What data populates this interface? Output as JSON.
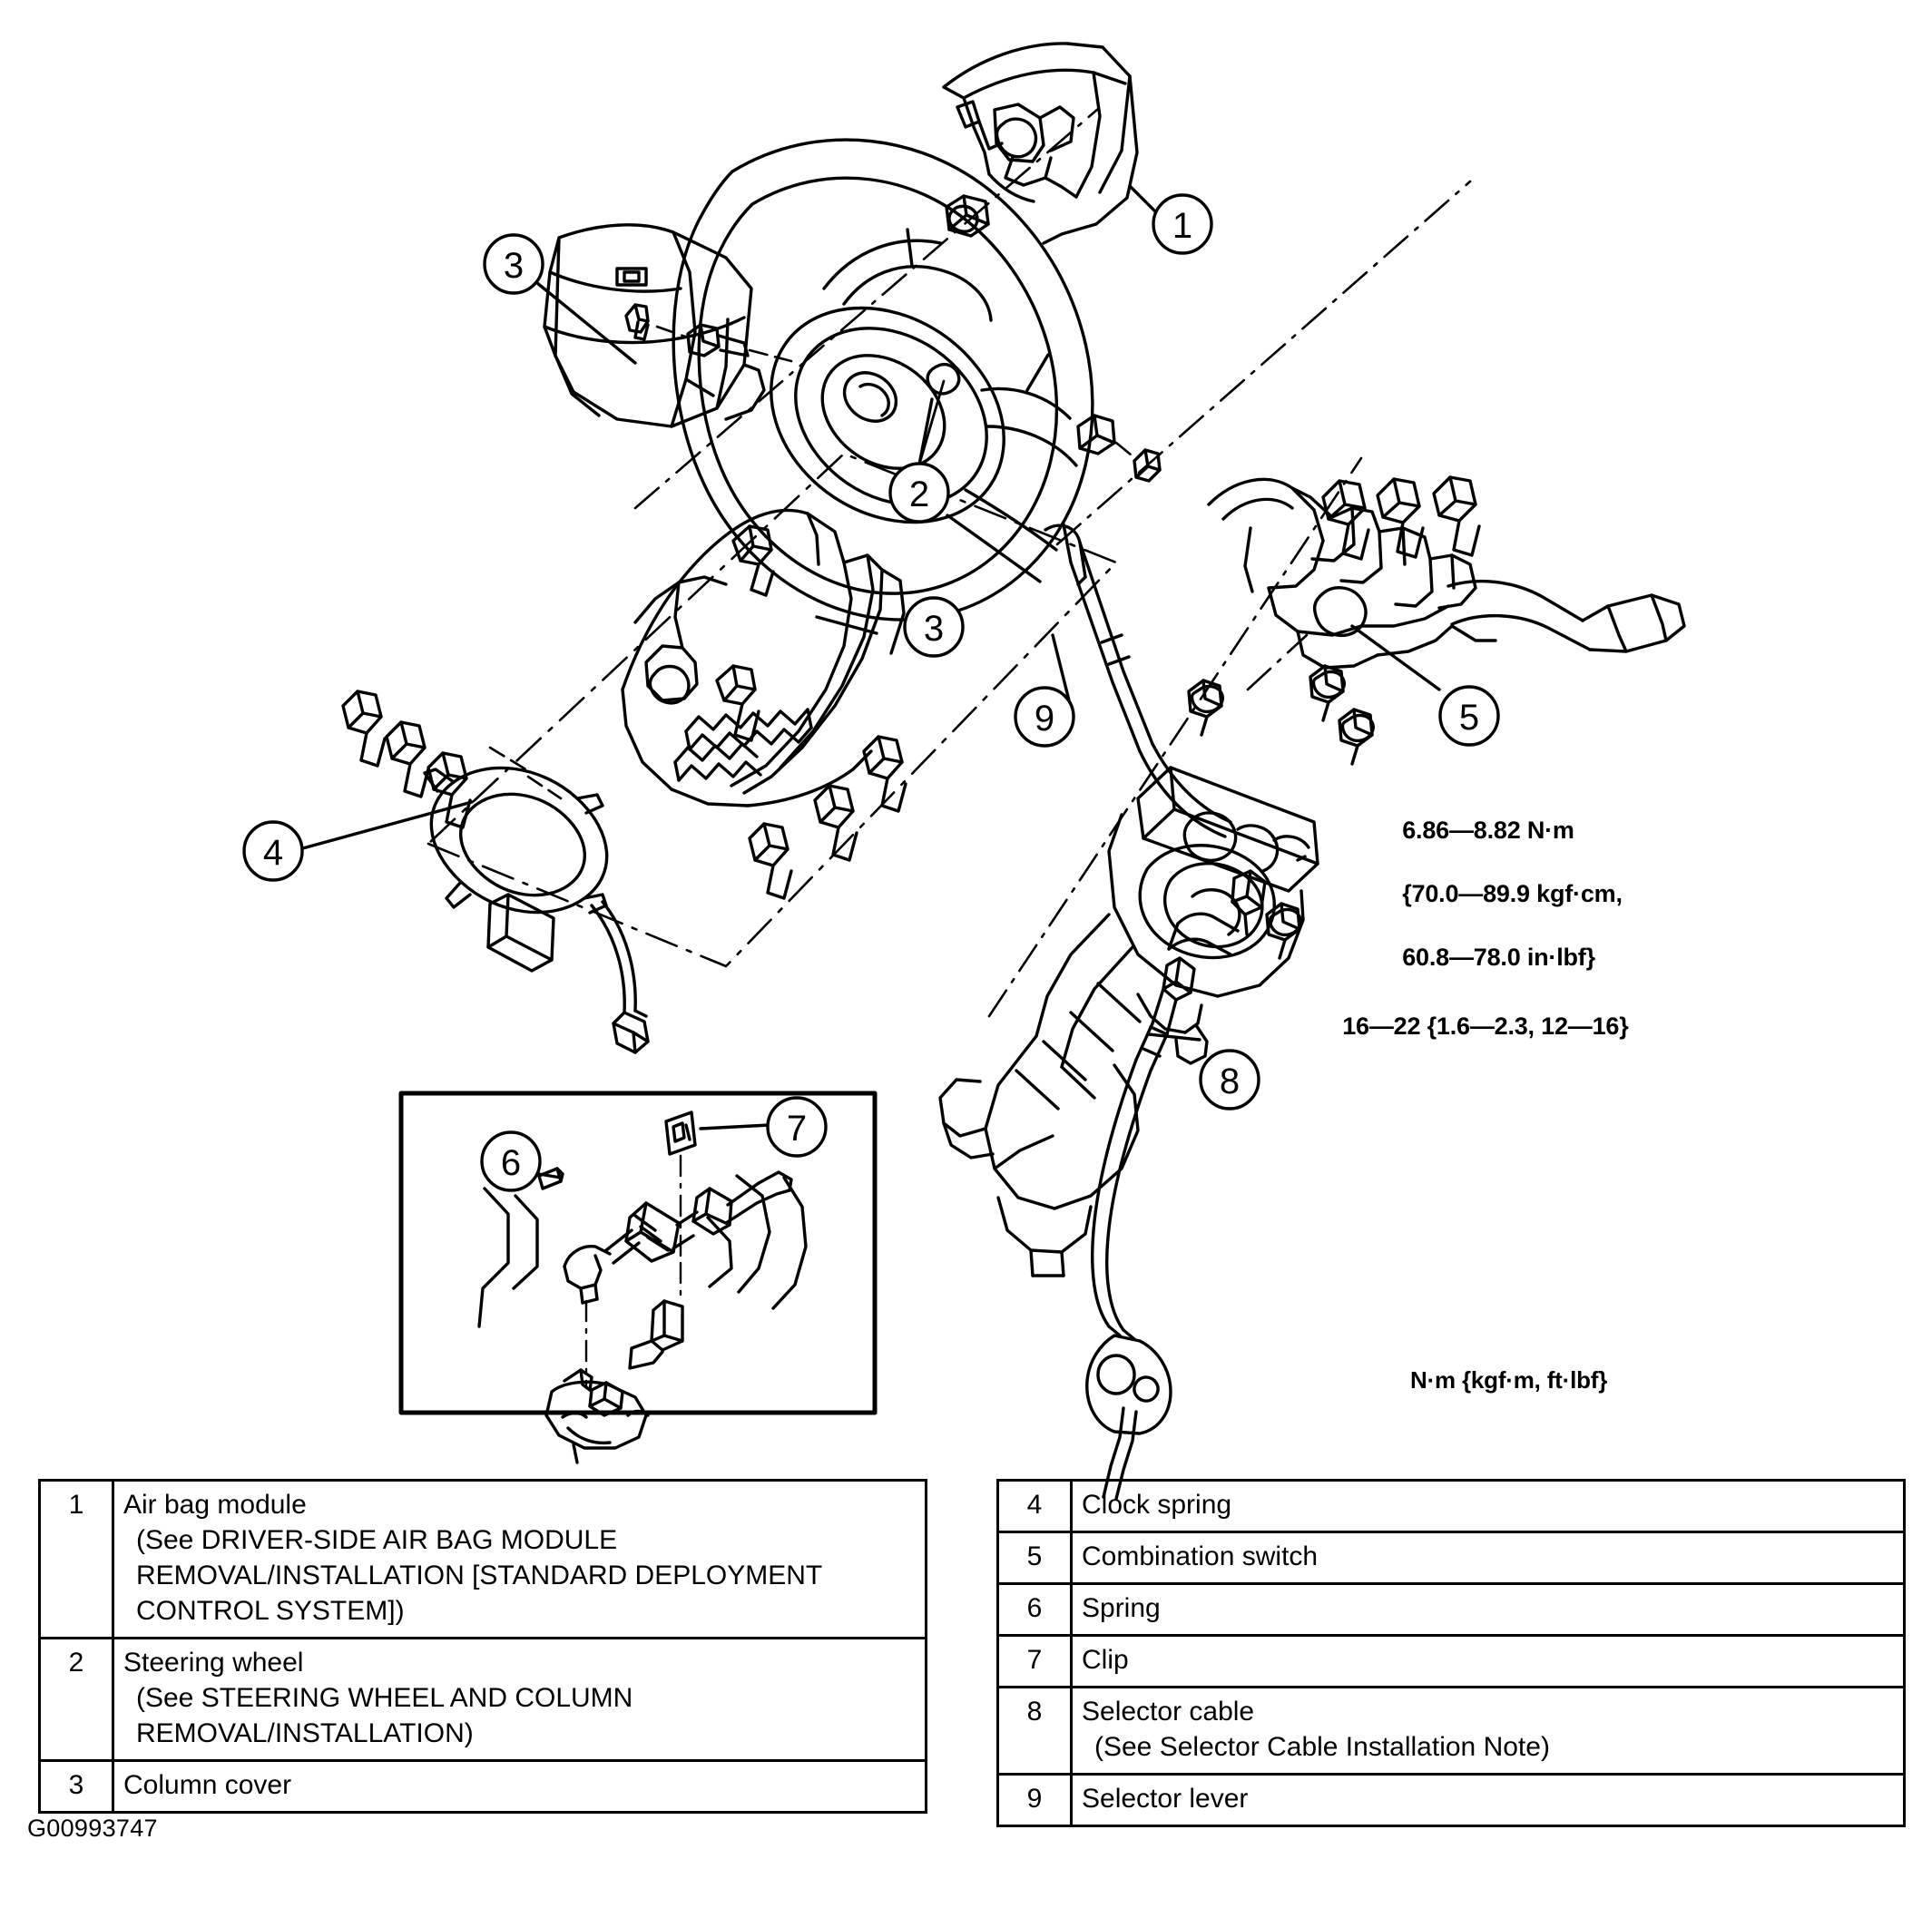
{
  "figure": {
    "id": "G00993747",
    "units_note": "N·m {kgf·m, ft·lbf}"
  },
  "torque_specs": [
    {
      "name": "combination-switch-torque",
      "line1": "6.86—8.82 N·m",
      "line2": "{70.0—89.9 kgf·cm,",
      "line3": "60.8—78.0 in·lbf}"
    },
    {
      "name": "selector-cable-torque",
      "line1": "16—22 {1.6—2.3, 12—16}"
    }
  ],
  "callouts": [
    {
      "id": "1",
      "label": "1"
    },
    {
      "id": "2",
      "label": "2"
    },
    {
      "id": "3",
      "label": "3"
    },
    {
      "id": "3b",
      "label": "3"
    },
    {
      "id": "4",
      "label": "4"
    },
    {
      "id": "5",
      "label": "5"
    },
    {
      "id": "6",
      "label": "6"
    },
    {
      "id": "7",
      "label": "7"
    },
    {
      "id": "8",
      "label": "8"
    },
    {
      "id": "9",
      "label": "9"
    }
  ],
  "parts_table_left": [
    {
      "num": "1",
      "title": "Air bag module",
      "sub": "(See DRIVER-SIDE AIR BAG MODULE REMOVAL/INSTALLATION [STANDARD DEPLOYMENT CONTROL SYSTEM])"
    },
    {
      "num": "2",
      "title": "Steering wheel",
      "sub": "(See STEERING WHEEL AND COLUMN REMOVAL/INSTALLATION)"
    },
    {
      "num": "3",
      "title": "Column cover",
      "sub": ""
    }
  ],
  "parts_table_right": [
    {
      "num": "4",
      "title": "Clock spring",
      "sub": ""
    },
    {
      "num": "5",
      "title": "Combination switch",
      "sub": ""
    },
    {
      "num": "6",
      "title": "Spring",
      "sub": ""
    },
    {
      "num": "7",
      "title": "Clip",
      "sub": ""
    },
    {
      "num": "8",
      "title": "Selector cable",
      "sub": "(See Selector Cable Installation Note)"
    },
    {
      "num": "9",
      "title": "Selector lever",
      "sub": ""
    }
  ],
  "colors": {
    "ink": "#000000",
    "paper": "#ffffff"
  }
}
